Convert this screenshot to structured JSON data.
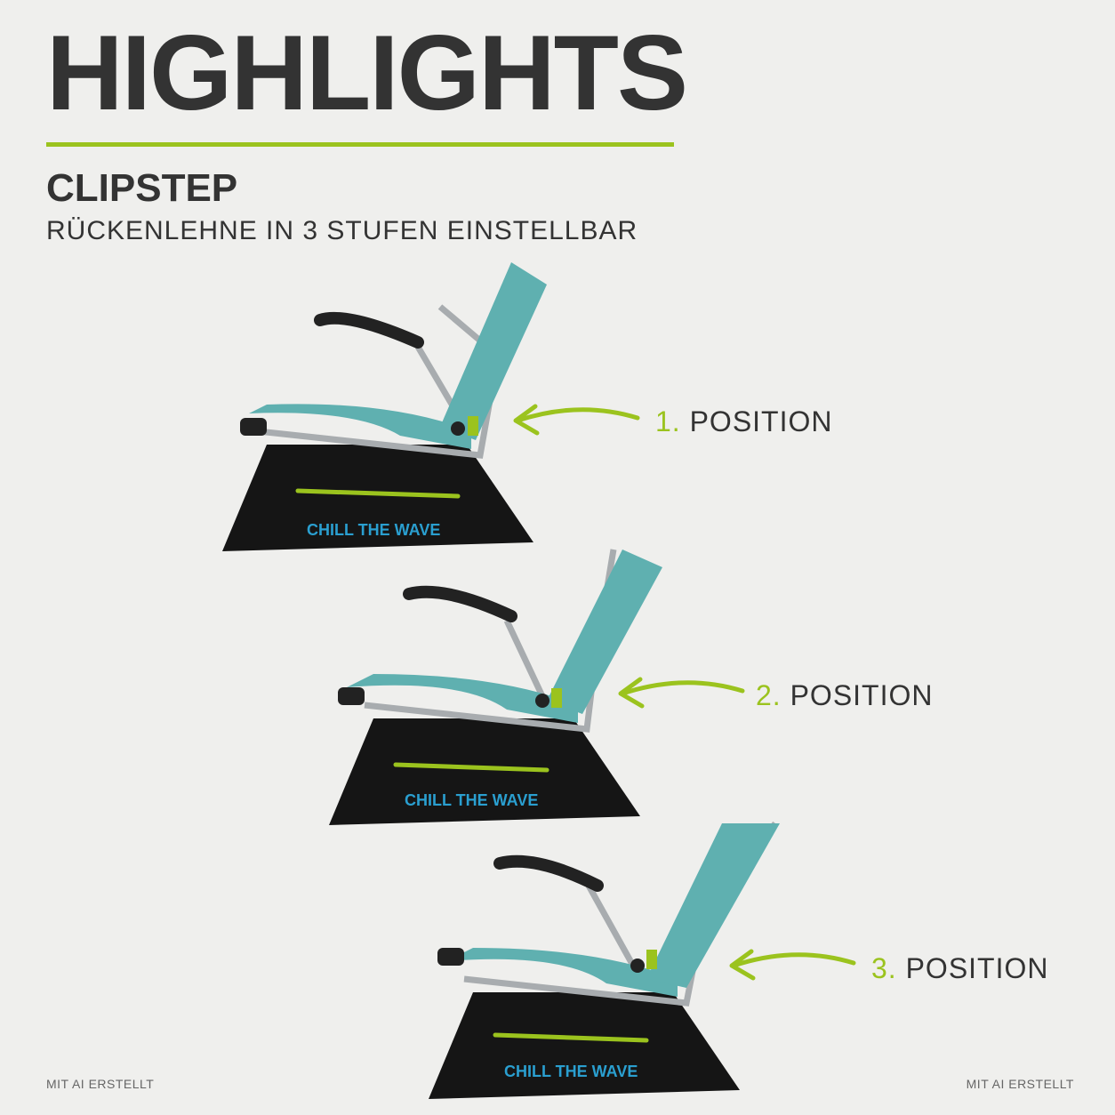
{
  "header": {
    "title": "HIGHLIGHTS",
    "feature_title": "CLIPSTEP",
    "feature_subtitle": "RÜCKENLEHNE IN 3 STUFEN EINSTELLBAR"
  },
  "positions": [
    {
      "number": "1.",
      "label": "POSITION",
      "bag_text": "CHILL THE WAVE"
    },
    {
      "number": "2.",
      "label": "POSITION",
      "bag_text": "CHILL THE WAVE"
    },
    {
      "number": "3.",
      "label": "POSITION",
      "bag_text": "CHILL THE WAVE"
    }
  ],
  "footer": {
    "left_note": "MIT AI ERSTELLT",
    "right_note": "MIT AI ERSTELLT"
  },
  "colors": {
    "accent": "#9bc31e",
    "text": "#333333",
    "seat": "#5fb0b0",
    "bag": "#151515",
    "bag_text": "#2a9fd0",
    "frame": "#a8acaf"
  }
}
